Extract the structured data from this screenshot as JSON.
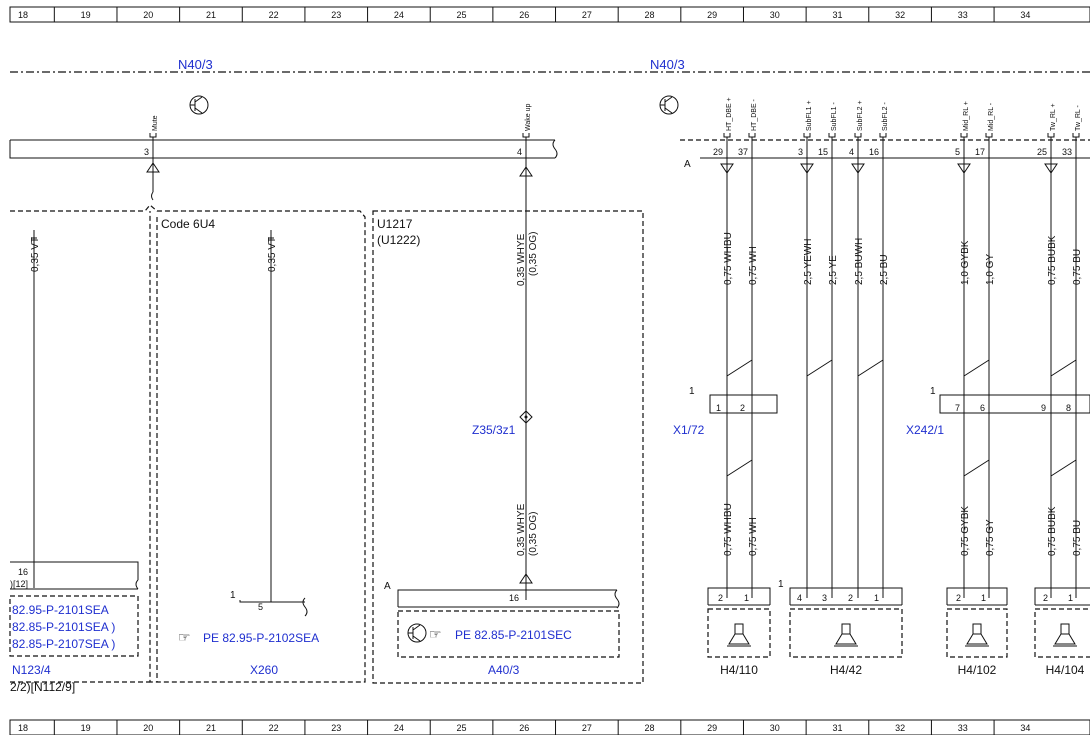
{
  "grid_columns": [
    "18",
    "19",
    "20",
    "21",
    "22",
    "23",
    "24",
    "25",
    "26",
    "27",
    "28",
    "29",
    "30",
    "31",
    "32",
    "33",
    "34"
  ],
  "control_units": {
    "left": "N40/3",
    "right": "N40/3"
  },
  "pins_top": [
    {
      "name": "Mute",
      "num": "3"
    },
    {
      "name": "Wake up",
      "num": "4"
    },
    {
      "name": "HT_DBE +",
      "num": "29"
    },
    {
      "name": "HT_DBE -",
      "num": "37"
    },
    {
      "name": "SubFL1 +",
      "num": "3"
    },
    {
      "name": "SubFL1 -",
      "num": "15"
    },
    {
      "name": "SubFL2 +",
      "num": "4"
    },
    {
      "name": "SubFL2 -",
      "num": "16"
    },
    {
      "name": "Mid_RL +",
      "num": "5"
    },
    {
      "name": "Mid_RL -",
      "num": "17"
    },
    {
      "name": "Tw_RL +",
      "num": "25"
    },
    {
      "name": "Tw_RL -",
      "num": "33"
    }
  ],
  "connector_letters": {
    "top": "A",
    "a40": "A"
  },
  "wires_upper": [
    "0,75 WHBU",
    "0,75 WH",
    "2,5 YEWH",
    "2,5 YE",
    "2,5 BUWH",
    "2,5 BU",
    "1,0 GYBK",
    "1,0 GY",
    "0,75 BUBK",
    "0,75 BU"
  ],
  "wires_lower": [
    "0,75 WHBU",
    "0,75 WH",
    "0,75 GYBK",
    "0,75 GY",
    "0,75 BUBK",
    "0,75 BU"
  ],
  "left_wires": {
    "w1": "0,35 VT",
    "w2": "0,35 VT"
  },
  "wake_wire": {
    "upper": "0,35 WHYE",
    "upper_alt": "(0,35 OG)",
    "lower": "0,35 WHYE",
    "lower_alt": "(0,35 OG)"
  },
  "code_label": "Code 6U4",
  "u_codes": {
    "primary": "U1217",
    "alt": "(U1222)"
  },
  "splice": "Z35/3z1",
  "connectors": {
    "x1": {
      "label": "X1/72",
      "count": "1",
      "pins": [
        "1",
        "2"
      ]
    },
    "x242": {
      "label": "X242/1",
      "count": "1",
      "pins": [
        "7",
        "6",
        "9",
        "8"
      ]
    }
  },
  "n123": {
    "label": "N123/4",
    "pin": "16",
    "pin_ref": ")[12]",
    "refs": [
      "82.95-P-2101SEA",
      "82.85-P-2101SEA )",
      "82.85-P-2107SEA )"
    ],
    "note": "2/2)[N112/9]"
  },
  "x260": {
    "label": "X260",
    "pin": "5",
    "count": "1",
    "ref": "PE 82.95-P-2102SEA"
  },
  "a40": {
    "label": "A40/3",
    "pin": "16",
    "ref": "PE 82.85-P-2101SEC"
  },
  "speakers": [
    {
      "label": "H4/110",
      "count": "1",
      "pins": [
        "2",
        "1"
      ]
    },
    {
      "label": "H4/42",
      "count": "",
      "pins": [
        "4",
        "3",
        "2",
        "1"
      ]
    },
    {
      "label": "H4/102",
      "count": "",
      "pins": [
        "2",
        "1"
      ]
    },
    {
      "label": "H4/104",
      "count": "",
      "pins": [
        "2",
        "1"
      ]
    }
  ]
}
